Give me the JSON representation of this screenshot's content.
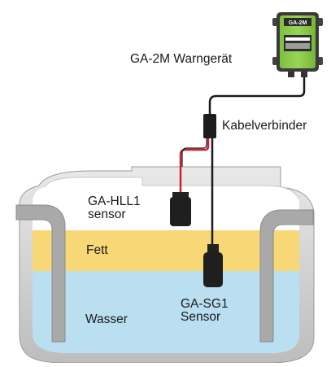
{
  "device": {
    "badge": "GA-2M",
    "label": "GA-2M Warngerät",
    "color_body": "#8ec84a",
    "color_frame": "#555555"
  },
  "connector": {
    "label": "Kabelverbinder"
  },
  "sensor_hll1": {
    "line1": "GA-HLL1",
    "line2": "sensor"
  },
  "sensor_sg1": {
    "line1": "GA-SG1",
    "line2": "Sensor"
  },
  "layers": {
    "fat_label": "Fett",
    "water_label": "Wasser",
    "fat_color": "#f8d776",
    "water_color": "#b9dff1"
  },
  "cables": {
    "red": "#d0202a",
    "black": "#1a1a1a"
  }
}
